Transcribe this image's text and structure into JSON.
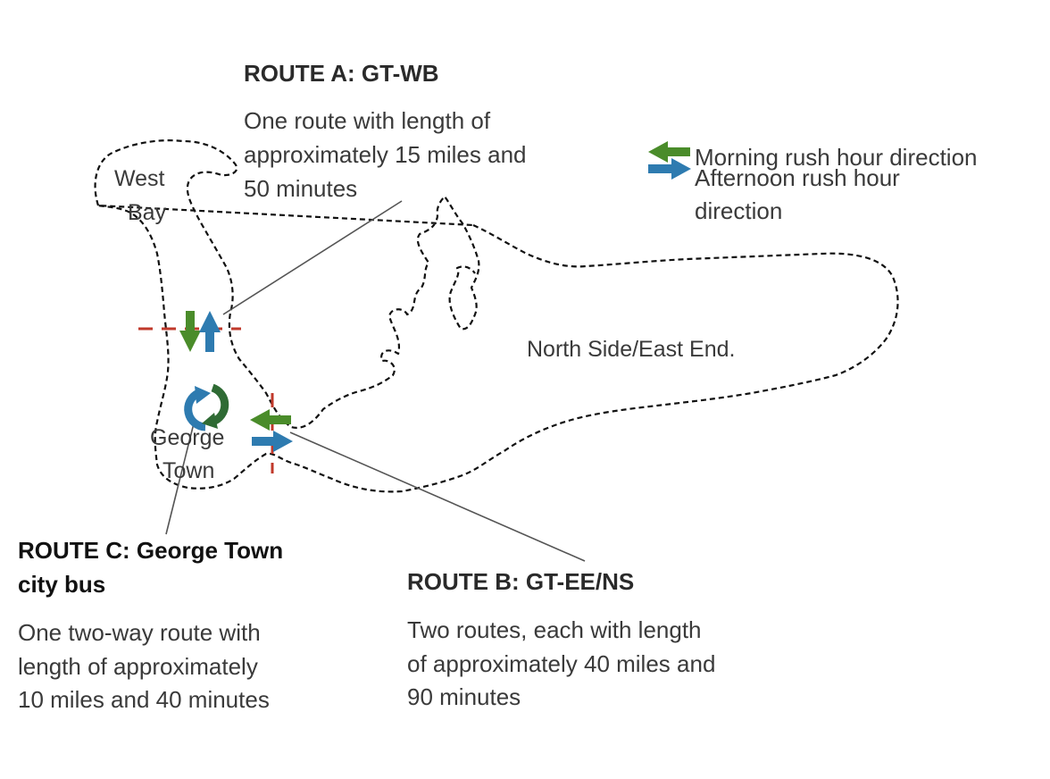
{
  "colors": {
    "green": "#4a8c2a",
    "blue": "#2e7bb0",
    "darkgreen": "#2f6b34",
    "red": "#c0392b",
    "outline": "#111111",
    "leader": "#555555"
  },
  "legend": {
    "morning": "Morning rush hour direction",
    "afternoon_1": "Afternoon rush hour",
    "afternoon_2": "direction"
  },
  "places": {
    "west_bay_1": "West",
    "west_bay_2": "Bay",
    "george_town_1": "George",
    "george_town_2": "Town",
    "north_side": "North Side/East End."
  },
  "routes": {
    "a": {
      "title": "ROUTE A: GT-WB",
      "desc_1": "One route with length of",
      "desc_2": "approximately 15 miles and",
      "desc_3": "50 minutes"
    },
    "b": {
      "title": "ROUTE B: GT-EE/NS",
      "desc_1": "Two routes, each with length",
      "desc_2": "of approximately 40 miles and",
      "desc_3": "90 minutes"
    },
    "c": {
      "title_1": "ROUTE C: George Town",
      "title_2": "city bus",
      "desc_1": "One two-way route with",
      "desc_2": "length of approximately",
      "desc_3": "10 miles and 40 minutes"
    }
  }
}
